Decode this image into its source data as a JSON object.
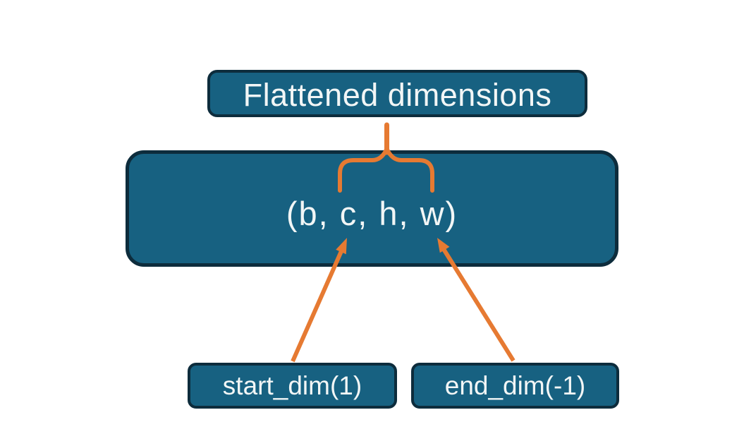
{
  "boxes": {
    "flattened": {
      "label": "Flattened dimensions"
    },
    "tensor": {
      "label": "(b, c, h, w)"
    },
    "start": {
      "label": "start_dim(1)"
    },
    "end": {
      "label": "end_dim(-1)"
    }
  },
  "connectors": {
    "brace": "curly brace grouping dimensions c through w, tip pointing up to Flattened dimensions box",
    "start_arrow": "arrow from start_dim(1) box to dimension c",
    "end_arrow": "arrow from end_dim(-1) box to dimension w"
  },
  "colors": {
    "background": "#ffffff",
    "box_fill": "#176181",
    "box_border": "#0d2c3c",
    "text": "#f2f6f6",
    "accent": "#e67a32"
  }
}
